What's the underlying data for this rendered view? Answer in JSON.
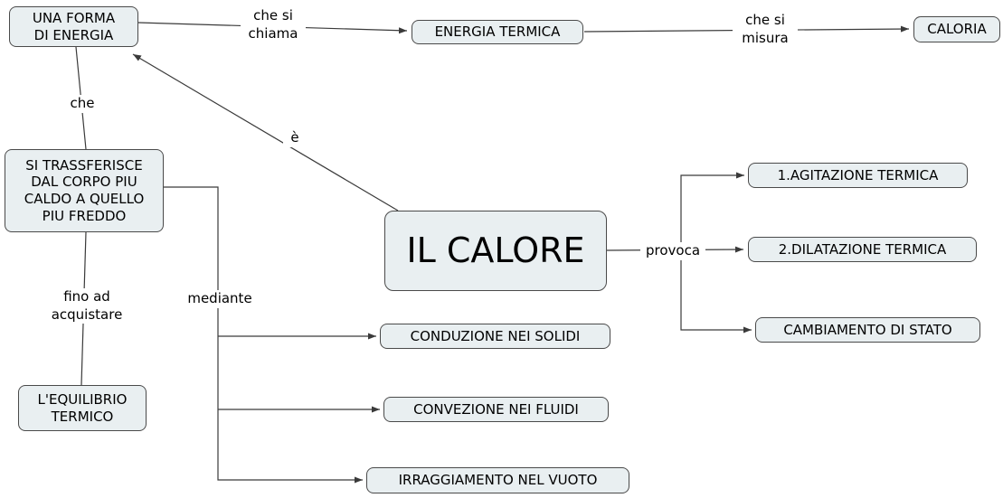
{
  "colors": {
    "background": "#ffffff",
    "node_fill": "#e9eff1",
    "node_border": "#4a4a4a",
    "edge_line": "#3a3a3a",
    "text": "#000000"
  },
  "nodes": {
    "una_forma_di_energia": {
      "label": "UNA FORMA\nDI ENERGIA"
    },
    "energia_termica": {
      "label": "ENERGIA TERMICA"
    },
    "caloria": {
      "label": "CALORIA"
    },
    "si_trasferisce": {
      "label": "SI TRASSFERISCE\nDAL CORPO PIU\nCALDO A QUELLO\nPIU FREDDO"
    },
    "il_calore": {
      "label": "IL CALORE"
    },
    "agitazione_termica": {
      "label": "1.AGITAZIONE TERMICA"
    },
    "dilatazione_termica": {
      "label": "2.DILATAZIONE TERMICA"
    },
    "cambiamento_di_stato": {
      "label": "CAMBIAMENTO DI STATO"
    },
    "equilibrio_termico": {
      "label": "L'EQUILIBRIO\nTERMICO"
    },
    "conduzione_nei_solidi": {
      "label": "CONDUZIONE NEI SOLIDI"
    },
    "convezione_nei_fluidi": {
      "label": "CONVEZIONE NEI FLUIDI"
    },
    "irraggiamento_nel_vuoto": {
      "label": "IRRAGGIAMENTO NEL VUOTO"
    }
  },
  "edge_labels": {
    "che_si_chiama": "che si\nchiama",
    "che_si_misura": "che si\nmisura",
    "che": "che",
    "e": "è",
    "fino_ad_acquistare": "fino ad\nacquistare",
    "mediante": "mediante",
    "provoca": "provoca"
  },
  "edges": [
    {
      "from": "il_calore",
      "label": "è",
      "to": "una_forma_di_energia",
      "arrow": true
    },
    {
      "from": "una_forma_di_energia",
      "label": "che si chiama",
      "to": "energia_termica",
      "arrow": true
    },
    {
      "from": "energia_termica",
      "label": "che si misura",
      "to": "caloria",
      "arrow": true
    },
    {
      "from": "una_forma_di_energia",
      "label": "che",
      "to": "si_trasferisce",
      "arrow": false
    },
    {
      "from": "si_trasferisce",
      "label": "fino ad acquistare",
      "to": "equilibrio_termico",
      "arrow": false
    },
    {
      "from": "si_trasferisce",
      "label": "mediante",
      "to": "conduzione_nei_solidi",
      "arrow": true
    },
    {
      "from": "si_trasferisce",
      "label": "mediante",
      "to": "convezione_nei_fluidi",
      "arrow": true
    },
    {
      "from": "si_trasferisce",
      "label": "mediante",
      "to": "irraggiamento_nel_vuoto",
      "arrow": true
    },
    {
      "from": "il_calore",
      "label": "provoca",
      "to": "agitazione_termica",
      "arrow": true
    },
    {
      "from": "il_calore",
      "label": "provoca",
      "to": "dilatazione_termica",
      "arrow": true
    },
    {
      "from": "il_calore",
      "label": "provoca",
      "to": "cambiamento_di_stato",
      "arrow": true
    }
  ]
}
